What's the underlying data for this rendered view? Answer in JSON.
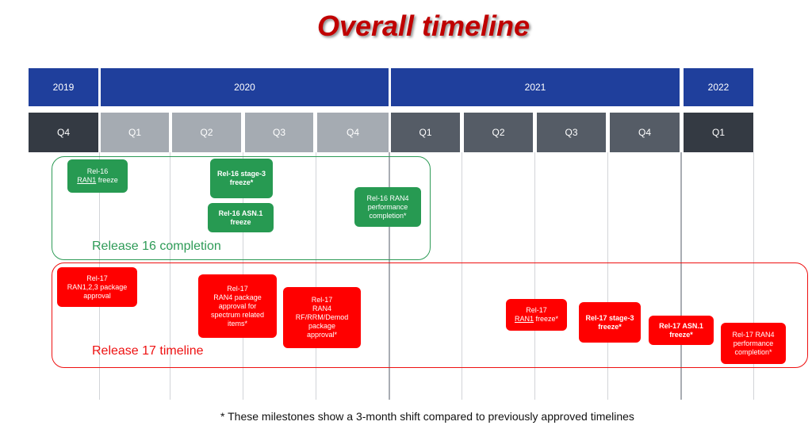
{
  "title": "Overall timeline",
  "years": [
    "2019",
    "2020",
    "2021",
    "2022"
  ],
  "quarters": [
    "Q4",
    "Q1",
    "Q2",
    "Q3",
    "Q4",
    "Q1",
    "Q2",
    "Q3",
    "Q4",
    "Q1"
  ],
  "groups": {
    "rel16": "Release 16 completion",
    "rel17": "Release 17 timeline"
  },
  "milestones": {
    "m16_ran1_a": "Rel-16",
    "m16_ran1_b": "RAN1",
    "m16_ran1_c": " freeze",
    "m16_stage3_a": "Rel-16 stage-3",
    "m16_stage3_b": "freeze*",
    "m16_asn1_a": "Rel-16 ASN.1",
    "m16_asn1_b": "freeze",
    "m16_ran4_a": "Rel-16 RAN4",
    "m16_ran4_b": "performance",
    "m16_ran4_c": "completion*",
    "m17_pkg_a": "Rel-17",
    "m17_pkg_b": "RAN1,2,3 package",
    "m17_pkg_c": "approval",
    "m17_ran4pkg_a": "Rel-17",
    "m17_ran4pkg_b": "RAN4 package",
    "m17_ran4pkg_c": "approval for",
    "m17_ran4pkg_d": "spectrum related",
    "m17_ran4pkg_e": "items*",
    "m17_rf_a": "Rel-17",
    "m17_rf_b": "RAN4",
    "m17_rf_c": "RF/RRM/Demod",
    "m17_rf_d": "package",
    "m17_rf_e": "approval*",
    "m17_ran1_a": "Rel-17",
    "m17_ran1_b": "RAN1",
    "m17_ran1_c": " freeze*",
    "m17_stage3_a": "Rel-17 stage-3",
    "m17_stage3_b": "freeze*",
    "m17_asn1_a": "Rel-17 ASN.1",
    "m17_asn1_b": "freeze*",
    "m17_ran4_a": "Rel-17 RAN4",
    "m17_ran4_b": "performance",
    "m17_ran4_c": "completion*"
  },
  "footnote": "* These milestones show a 3-month shift compared to previously approved timelines",
  "colors": {
    "title": "#c00000",
    "year_bar": "#1f3f9c",
    "rel16": "#279a52",
    "rel17": "#ff0000"
  }
}
